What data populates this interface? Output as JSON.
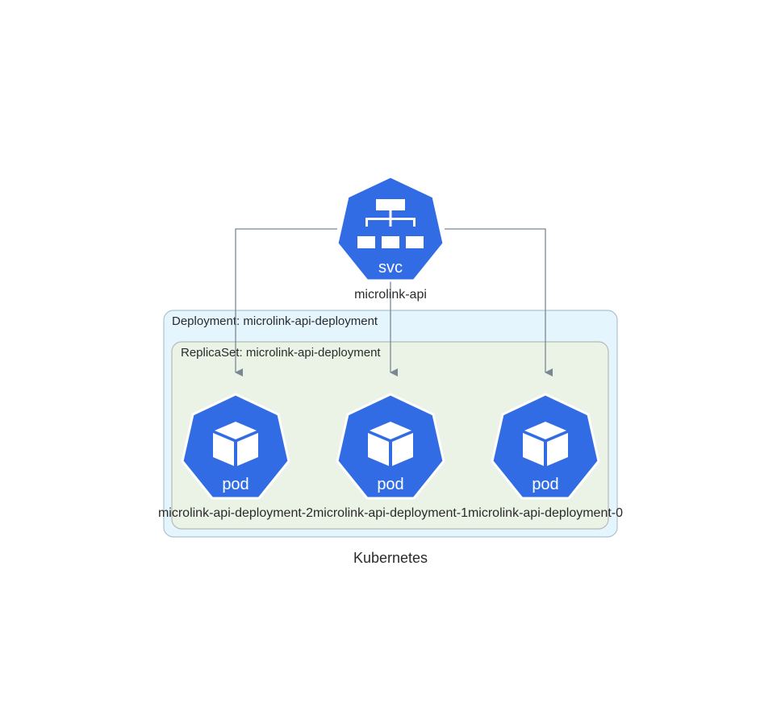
{
  "diagram": {
    "cluster_label": "Kubernetes",
    "deployment_label": "Deployment: microlink-api-deployment",
    "replicaset_label": "ReplicaSet: microlink-api-deployment",
    "service": {
      "icon_text": "svc",
      "name": "microlink-api"
    },
    "pods": [
      {
        "icon_text": "pod",
        "name": "microlink-api-deployment-2"
      },
      {
        "icon_text": "pod",
        "name": "microlink-api-deployment-1"
      },
      {
        "icon_text": "pod",
        "name": "microlink-api-deployment-0"
      }
    ],
    "colors": {
      "k8s_blue": "#326ce5",
      "deployment_fill": "#e5f5fd",
      "replicaset_fill": "#ebf3e7",
      "edge": "#7b8894"
    }
  }
}
